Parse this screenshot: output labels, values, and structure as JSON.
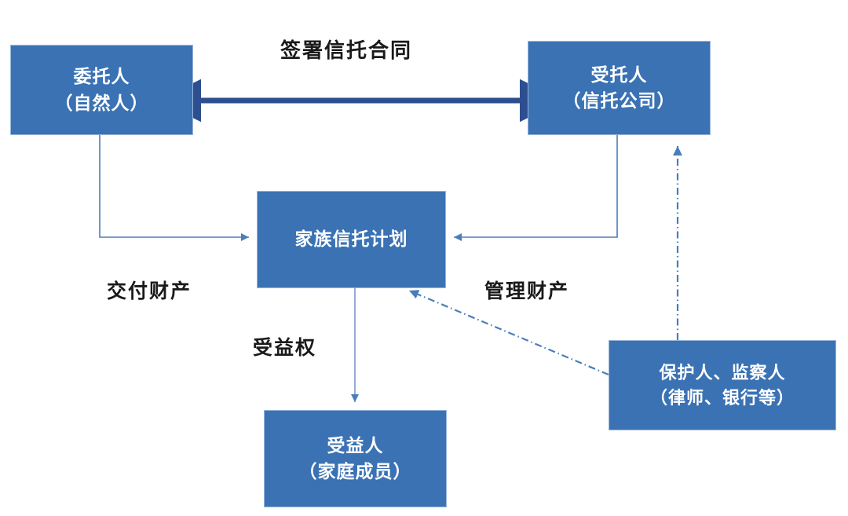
{
  "diagram": {
    "title_text": "签署信托合同",
    "nodes": {
      "settlor": {
        "line1": "委托人",
        "line2": "（自然人）"
      },
      "trustee": {
        "line1": "受托人",
        "line2": "（信托公司）"
      },
      "plan": {
        "line1": "家族信托计划",
        "line2": ""
      },
      "beneficiary": {
        "line1": "受益人",
        "line2": "（家庭成员）"
      },
      "protector": {
        "line1": "保护人、监察人",
        "line2": "（律师、银行等）"
      }
    },
    "labels": {
      "contract": "签署信托合同",
      "deliver": "交付财产",
      "manage": "管理财产",
      "benefit": "受益权"
    },
    "colors": {
      "node_fill": "#3a72b4",
      "node_border": "#9ab6da",
      "node_text": "#ffffff",
      "thick_arrow": "#2e4f8f",
      "thin_arrow": "#4a7ebb",
      "dashdot_arrow": "#4a7ebb",
      "label_text": "#1a1a1a",
      "background": "#ffffff"
    }
  }
}
